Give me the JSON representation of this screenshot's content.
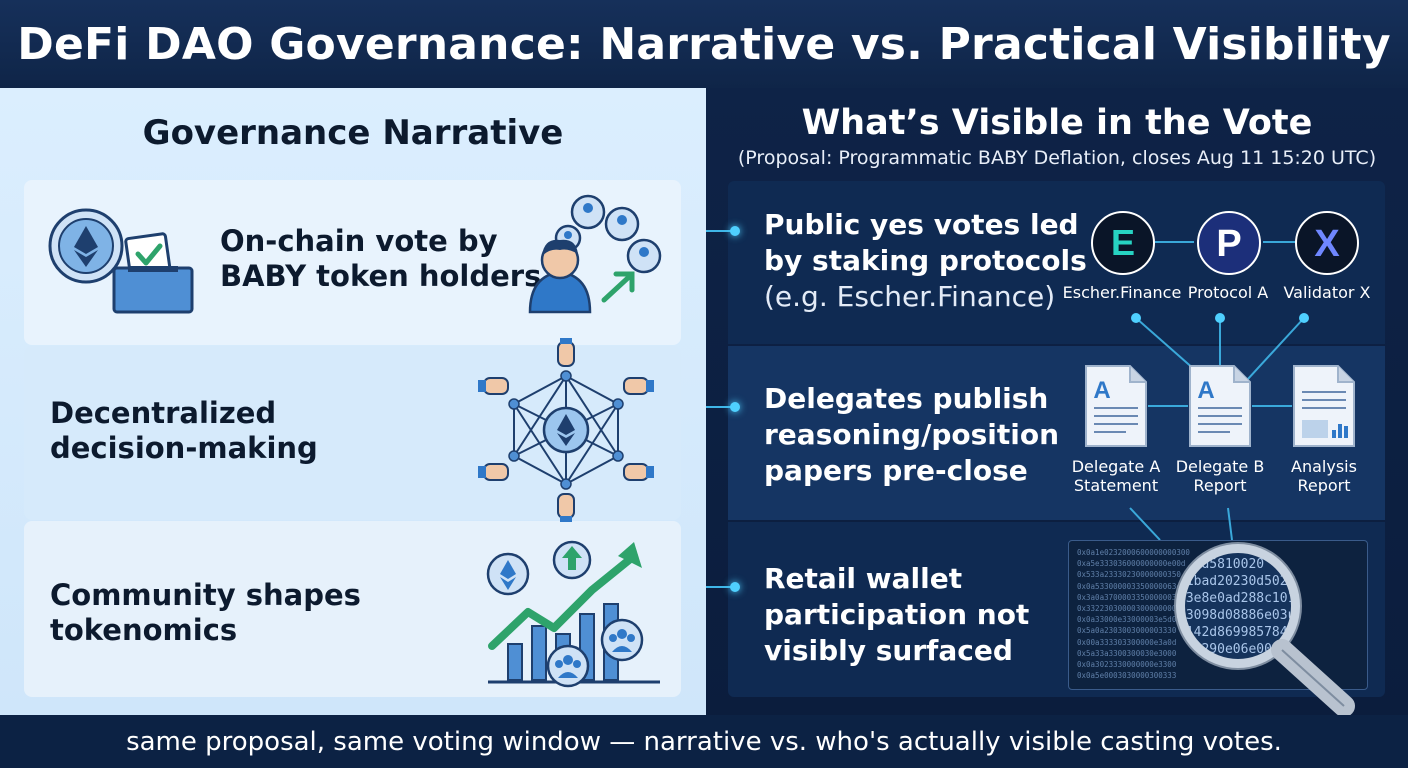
{
  "header": {
    "title": "DeFi DAO Governance: Narrative vs. Practical Visibility"
  },
  "left": {
    "title": "Governance Narrative",
    "items": [
      {
        "line1": "On-chain vote by",
        "line2": "BABY token holders"
      },
      {
        "line1": "Decentralized",
        "line2": "decision-making"
      },
      {
        "line1": "Community shapes",
        "line2": "tokenomics"
      }
    ]
  },
  "right": {
    "title": "What’s Visible in the Vote",
    "subtitle": "(Proposal: Programmatic BABY Deflation, closes Aug 11 15:20 UTC)",
    "items": [
      {
        "line1": "Public yes votes led",
        "line2": "by staking protocols",
        "line3": "(e.g. Escher.Finance)"
      },
      {
        "line1": "Delegates publish",
        "line2": "reasoning/position",
        "line3": "papers pre-close"
      },
      {
        "line1": "Retail wallet",
        "line2": "participation not",
        "line3": "visibly surfaced"
      }
    ],
    "logos": [
      {
        "letter": "E",
        "label": "Escher.Finance"
      },
      {
        "letter": "P",
        "label": "Protocol A"
      },
      {
        "letter": "X",
        "label": "Validator X"
      }
    ],
    "docs": [
      {
        "line1": "Delegate A",
        "line2": "Statement"
      },
      {
        "line1": "Delegate B",
        "line2": "Report"
      },
      {
        "line1": "Analysis",
        "line2": "Report"
      }
    ],
    "hex_rows": [
      "0x0a1e0232000600000000300",
      "0xa5e333036000000000e00d",
      "0x533a23330230000000350",
      "0x0a533000003350000063e0",
      "0x3a0a3700003350000003d",
      "0x33223030000300000000e",
      "0x0a33000e33000003e5d0e",
      "0x5a0a2303003000003330",
      "0x00a333303300000e3a0d",
      "0x5a33a3300300030e3000",
      "0x0a3023330000000e3300",
      "0x0a5e0003030000300333"
    ],
    "hex_magnified": [
      "397d5810020",
      "61bad20230d5020",
      "83e8e0ad288c10123",
      "03098d08886e03u155",
      "8142d8699857843",
      "029290e06e00"
    ]
  },
  "footer": {
    "text": "same proposal, same voting window — narrative vs. who's actually visible casting votes."
  },
  "colors": {
    "accent": "#4fd0ff",
    "left_bg": "#d6eafb",
    "right_bg": "#0e2347",
    "icon_blue": "#2f78c8"
  }
}
